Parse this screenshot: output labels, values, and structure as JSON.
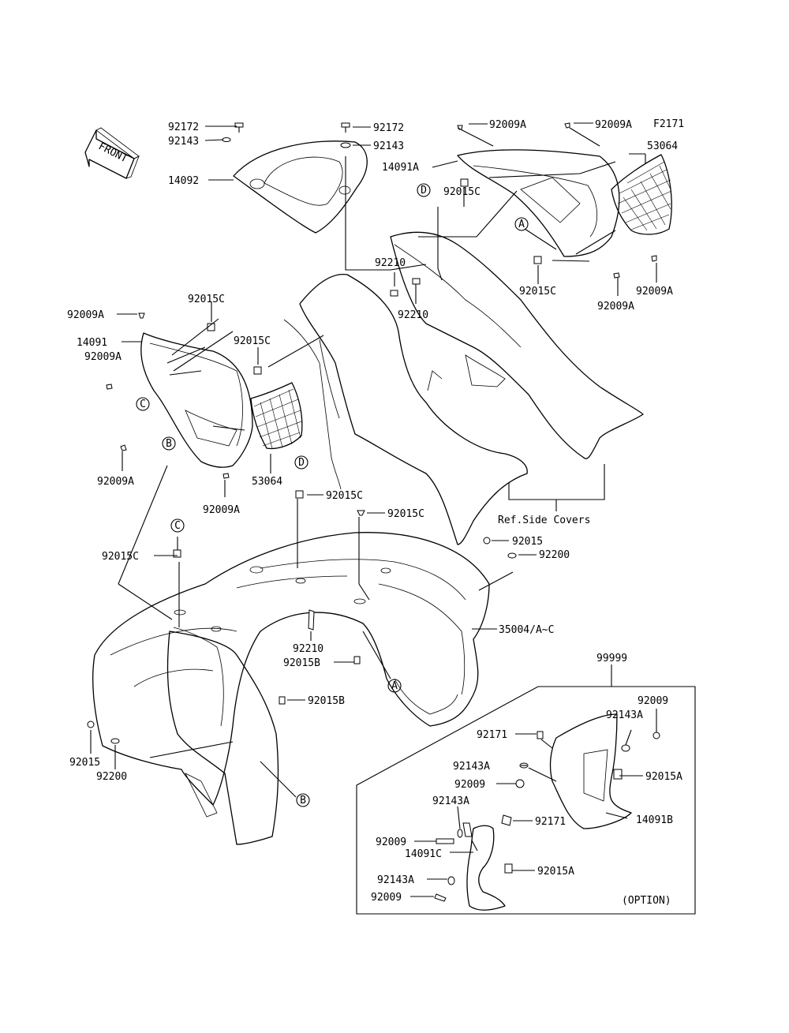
{
  "diagram": {
    "code": "F2171",
    "front_arrow_text": "FRONT",
    "ref_note": "Ref.Side Covers",
    "option_box_number": "99999",
    "option_note": "(OPTION)"
  },
  "callouts": [
    {
      "id": "c1",
      "text": "92172"
    },
    {
      "id": "c2",
      "text": "92143"
    },
    {
      "id": "c3",
      "text": "14092"
    },
    {
      "id": "c4",
      "text": "92172"
    },
    {
      "id": "c5",
      "text": "92143"
    },
    {
      "id": "c6",
      "text": "92009A"
    },
    {
      "id": "c7",
      "text": "92009A"
    },
    {
      "id": "c8",
      "text": "14091A"
    },
    {
      "id": "c9",
      "text": "53064"
    },
    {
      "id": "c10",
      "text": "92015C"
    },
    {
      "id": "c11",
      "text": "92009A"
    },
    {
      "id": "c12",
      "text": "92009A"
    },
    {
      "id": "c13",
      "text": "92015C"
    },
    {
      "id": "c14",
      "text": "92210"
    },
    {
      "id": "c15",
      "text": "92210"
    },
    {
      "id": "c16",
      "text": "92009A"
    },
    {
      "id": "c17",
      "text": "92015C"
    },
    {
      "id": "c18",
      "text": "14091"
    },
    {
      "id": "c19",
      "text": "92009A"
    },
    {
      "id": "c20",
      "text": "92015C"
    },
    {
      "id": "c21",
      "text": "92009A"
    },
    {
      "id": "c22",
      "text": "53064"
    },
    {
      "id": "c23",
      "text": "92009A"
    },
    {
      "id": "c24",
      "text": "92015C"
    },
    {
      "id": "c25",
      "text": "92015C"
    },
    {
      "id": "c26",
      "text": "92015"
    },
    {
      "id": "c27",
      "text": "92200"
    },
    {
      "id": "c28",
      "text": "92015C"
    },
    {
      "id": "c29",
      "text": "35004/A~C"
    },
    {
      "id": "c30",
      "text": "92210"
    },
    {
      "id": "c31",
      "text": "92015B"
    },
    {
      "id": "c32",
      "text": "92015B"
    },
    {
      "id": "c33",
      "text": "92015"
    },
    {
      "id": "c34",
      "text": "92200"
    },
    {
      "id": "c35",
      "text": "92009"
    },
    {
      "id": "c36",
      "text": "92143A"
    },
    {
      "id": "c37",
      "text": "92171"
    },
    {
      "id": "c38",
      "text": "92143A"
    },
    {
      "id": "c39",
      "text": "92015A"
    },
    {
      "id": "c40",
      "text": "92009"
    },
    {
      "id": "c41",
      "text": "92143A"
    },
    {
      "id": "c42",
      "text": "92171"
    },
    {
      "id": "c43",
      "text": "14091B"
    },
    {
      "id": "c44",
      "text": "92009"
    },
    {
      "id": "c45",
      "text": "14091C"
    },
    {
      "id": "c46",
      "text": "92143A"
    },
    {
      "id": "c47",
      "text": "92015A"
    },
    {
      "id": "c48",
      "text": "92009"
    }
  ],
  "reference_markers": [
    {
      "id": "m1",
      "letter": "D"
    },
    {
      "id": "m2",
      "letter": "A"
    },
    {
      "id": "m3",
      "letter": "C"
    },
    {
      "id": "m4",
      "letter": "B"
    },
    {
      "id": "m5",
      "letter": "D"
    },
    {
      "id": "m6",
      "letter": "C"
    },
    {
      "id": "m7",
      "letter": "A"
    },
    {
      "id": "m8",
      "letter": "B"
    }
  ]
}
